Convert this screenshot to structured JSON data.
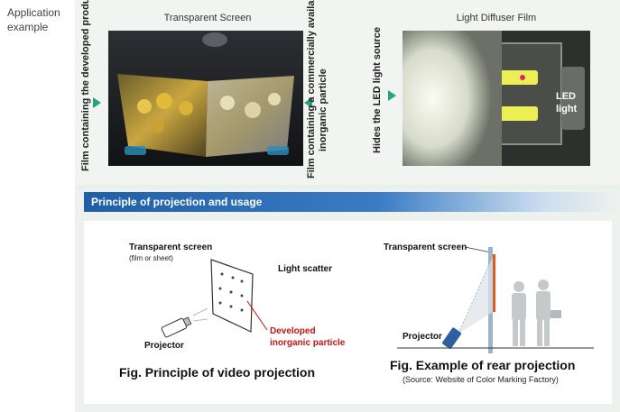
{
  "side_label": {
    "line1": "Application",
    "line2": "example"
  },
  "left_photo": {
    "title": "Transparent Screen",
    "left_vertical": "Film containing the developed product",
    "right_vertical_1": "Film containing a commercially available",
    "right_vertical_2": "inorganic particle"
  },
  "right_photo": {
    "title": "Light Diffuser Film",
    "left_vertical": "Hides the LED light source",
    "led_label_1": "LED",
    "led_label_2": "light"
  },
  "principle": {
    "header": "Principle of projection and usage",
    "left_diagram": {
      "screen_label": "Transparent screen",
      "screen_sub": "(film or sheet)",
      "scatter_label": "Light scatter",
      "projector_label": "Projector",
      "particle_label_1": "Developed",
      "particle_label_2": "inorganic particle",
      "caption": "Fig. Principle of video projection"
    },
    "right_diagram": {
      "screen_label": "Transparent screen",
      "projector_label": "Projector",
      "caption": "Fig. Example of rear projection",
      "source": "(Source: Website of Color Marking Factory)"
    }
  },
  "colors": {
    "accent_green": "#2aa27a",
    "header_blue": "#1f5fa8",
    "particle_red": "#cc1111"
  }
}
